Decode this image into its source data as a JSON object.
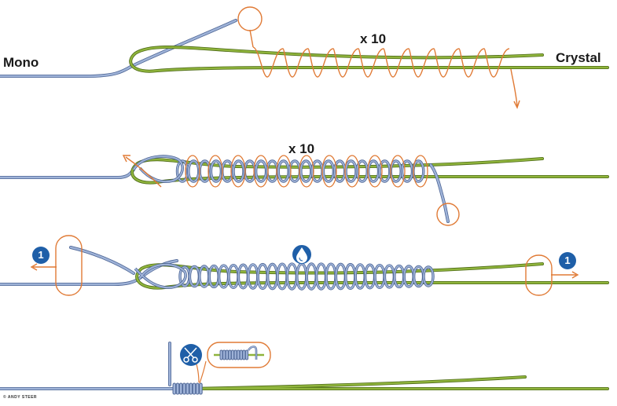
{
  "labels": {
    "mono": "Mono",
    "crystal": "Crystal",
    "wraps_step1": "x 10",
    "wraps_step2": "x 10",
    "pull_left": "1",
    "pull_right": "1"
  },
  "credit": "© ANDY STEER",
  "icons": {
    "lubricate": "water-drop-icon",
    "trim": "scissors-icon",
    "pull_badge": "step-number-badge"
  },
  "colors": {
    "mono": "#9fb3d8",
    "mono_edge": "#4f6796",
    "crystal": "#8fb43c",
    "crystal_edge": "#4e6b17",
    "orange": "#e07a35",
    "badge": "#1f5fa8"
  }
}
